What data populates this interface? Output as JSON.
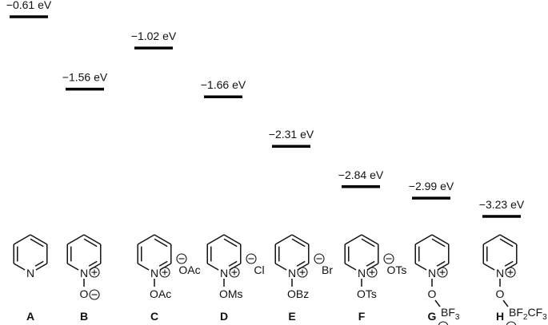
{
  "diagram": {
    "levels": [
      {
        "id": "A",
        "energy_label": "−0.61 eV",
        "energy": -0.61
      },
      {
        "id": "B",
        "energy_label": "−1.56 eV",
        "energy": -1.56
      },
      {
        "id": "C",
        "energy_label": "−1.02 eV",
        "energy": -1.02
      },
      {
        "id": "D",
        "energy_label": "−1.66 eV",
        "energy": -1.66
      },
      {
        "id": "E",
        "energy_label": "−2.31 eV",
        "energy": -2.31
      },
      {
        "id": "F",
        "energy_label": "−2.84 eV",
        "energy": -2.84
      },
      {
        "id": "G",
        "energy_label": "−2.99 eV",
        "energy": -2.99
      },
      {
        "id": "H",
        "energy_label": "−3.23 eV",
        "energy": -3.23
      }
    ],
    "molecules": [
      {
        "id": "A",
        "type": "pyridine",
        "n_label": "N"
      },
      {
        "id": "B",
        "type": "n-oxide",
        "n_label": "N",
        "o_label": "O"
      },
      {
        "id": "C",
        "type": "salt",
        "n_label": "N",
        "sub_label": "OAc",
        "anion": "OAc"
      },
      {
        "id": "D",
        "type": "salt",
        "n_label": "N",
        "sub_label": "OMs",
        "anion": "Cl"
      },
      {
        "id": "E",
        "type": "salt",
        "n_label": "N",
        "sub_label": "OBz",
        "anion": "Br"
      },
      {
        "id": "F",
        "type": "salt",
        "n_label": "N",
        "sub_label": "OTs",
        "anion": "OTs"
      },
      {
        "id": "G",
        "type": "borate",
        "n_label": "N",
        "o_label": "O",
        "b_label": "BF",
        "b_sub": "3"
      },
      {
        "id": "H",
        "type": "borate-long",
        "n_label": "N",
        "o_label": "O",
        "b_parts": [
          "BF",
          "2",
          "CF",
          "3"
        ]
      }
    ]
  }
}
